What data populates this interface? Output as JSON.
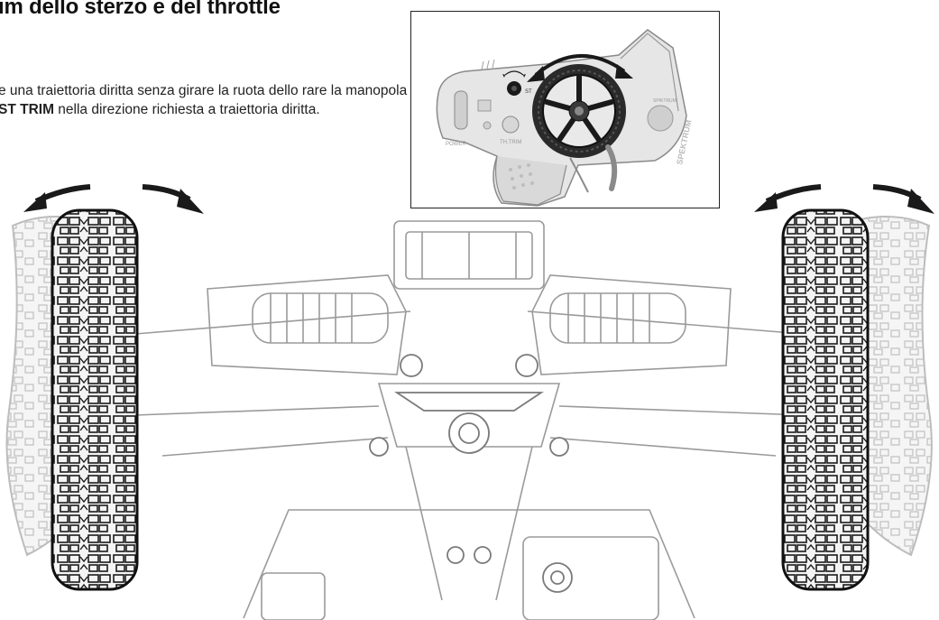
{
  "section": {
    "heading": "im dello sterzo e del throttle",
    "paragraph": {
      "part1": "e una traiettoria diritta senza girare la ruota dello rare la manopola ",
      "emph": "ST TRIM",
      "part2": " nella direzione richiesta a traiettoria diritta."
    }
  },
  "transmitter": {
    "labels": {
      "power": "POWER",
      "th_trim": "TH.TRIM",
      "spektrum": "SPEKTRUM",
      "brand_small": "SPIKTRUM",
      "st": "ST"
    }
  },
  "colors": {
    "line": "#8a8a8a",
    "tire_dark": "#1a1a1a",
    "tire_light": "#cfcfcf",
    "arrow": "#1a1a1a"
  }
}
